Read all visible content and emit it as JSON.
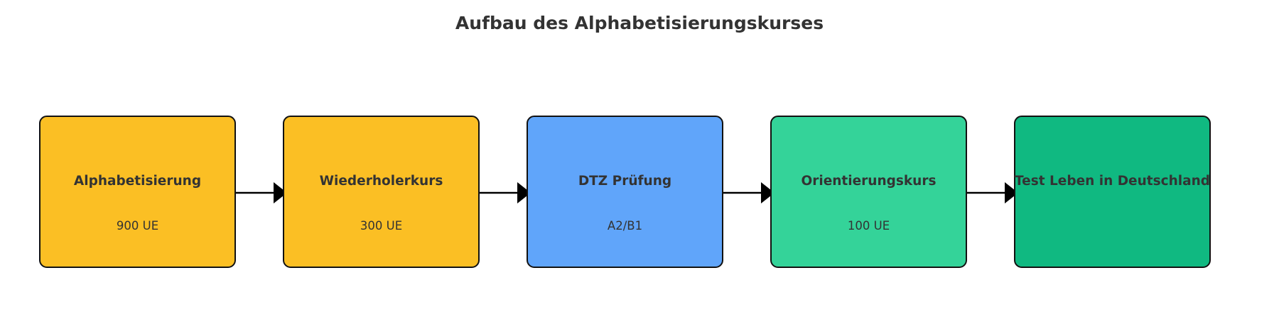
{
  "title": "Aufbau des Alphabetisierungskurses",
  "steps": [
    {
      "label": "Alphabetisierung",
      "detail": "900 UE",
      "color": "#fbbf24"
    },
    {
      "label": "Wiederholerkurs",
      "detail": "300 UE",
      "color": "#fbbf24"
    },
    {
      "label": "DTZ Prüfung",
      "detail": "A2/B1",
      "color": "#60a5fa"
    },
    {
      "label": "Orientierungskurs",
      "detail": "100 UE",
      "color": "#34d399"
    },
    {
      "label": "Test Leben in Deutschland",
      "detail": "",
      "color": "#10b981"
    }
  ]
}
